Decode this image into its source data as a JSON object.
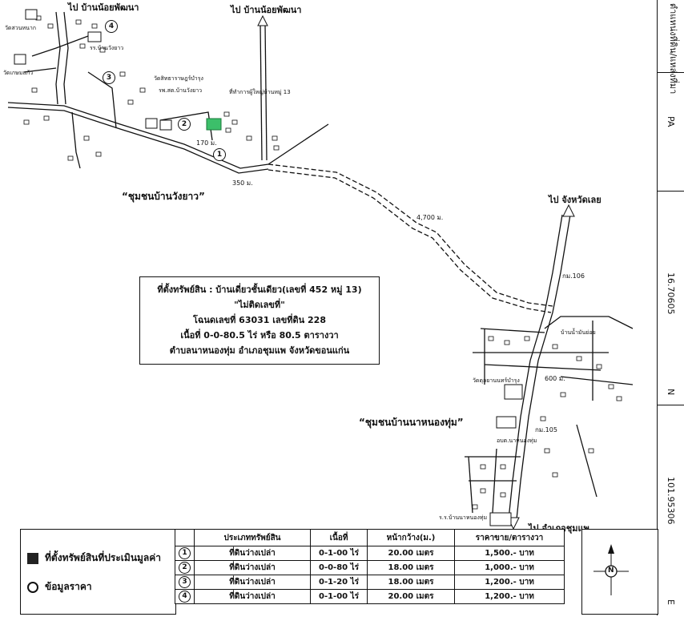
{
  "map": {
    "top_road_label": "ไป บ้านน้อยพัฒนา",
    "top_left_road_label": "ไป บ้านน้อยพัฒนา",
    "right_road_label": "ไป จังหวัดเลย",
    "bottom_road_label": "ไป อำเภอชุมแพ",
    "community_west": "“ชุมชนบ้านวังยาว”",
    "community_south": "“ชุมชนบ้านนาหนองทุ่ม”",
    "distance_350": "350 ม.",
    "distance_170": "170 ม.",
    "distance_4700": "4,700 ม.",
    "distance_600": "600 ม.",
    "km106": "กม.106",
    "km105": "กม.105",
    "places": {
      "wat_suan_nak": "วัดสวนหนาก",
      "school_wangyao": "รร.บ้านวังยาว",
      "wat_kaeo": "วัดเกษมแก้ว",
      "wat_sitha": "วัดสิทธาราษฎร์บำรุง",
      "hospital": "รพ.สต.บ้านวังยาว",
      "subject_label": "ที่ทำการผู้ใหญ่บ้านหมู่ 13",
      "wat_south": "วัดดุลยานนทร์บำรุง",
      "school_south": "ร.ร.บ้านนาหนองทุ่ม",
      "ban_nam": "บ้านน้ำมันย่อย",
      "office_south": "อบต.นาหนองทุ่ม"
    },
    "markers": [
      "1",
      "2",
      "3",
      "4"
    ]
  },
  "info": {
    "line1": "ที่ตั้งทรัพย์สิน : บ้านเดี่ยวชั้นเดียว(เลขที่ 452 หมู่ 13)",
    "line2": "\"ไม่ติดเลขที่\"",
    "line3": "โฉนดเลขที่  63031 เลขที่ดิน 228",
    "line4": "เนื้อที่ 0-0-80.5 ไร่ หรือ 80.5 ตารางวา",
    "line5": "ตำบลนาหนองทุ่ม  อำเภอชุมแพ จังหวัดขอนแก่น"
  },
  "side": {
    "title": "ตำแหน่งที่ดิน/แหล่งที่มา",
    "pa_label": "PA",
    "lat": "16.70605",
    "n_label": "N",
    "lon": "101.95306",
    "e_label": "E"
  },
  "legend": {
    "subject": "ที่ตั้งทรัพย์สินที่ประเมินมูลค่า",
    "comparable": "ข้อมูลราคา"
  },
  "table": {
    "headers": [
      "",
      "ประเภททรัพย์สิน",
      "เนื้อที่",
      "หน้ากว้าง(ม.)",
      "ราคาขาย/ตารางวา"
    ],
    "rows": [
      {
        "no": "1",
        "type": "ที่ดินว่างเปล่า",
        "area": "0-1-00 ไร่",
        "frontage": "20.00 เมตร",
        "price": "1,500.- บาท"
      },
      {
        "no": "2",
        "type": "ที่ดินว่างเปล่า",
        "area": "0-0-80 ไร่",
        "frontage": "18.00 เมตร",
        "price": "1,000.- บาท"
      },
      {
        "no": "3",
        "type": "ที่ดินว่างเปล่า",
        "area": "0-1-20 ไร่",
        "frontage": "18.00 เมตร",
        "price": "1,200.- บาท"
      },
      {
        "no": "4",
        "type": "ที่ดินว่างเปล่า",
        "area": "0-1-00 ไร่",
        "frontage": "20.00 เมตร",
        "price": "1,200.- บาท"
      }
    ]
  },
  "compass": {
    "letter": "N"
  },
  "colors": {
    "subject_fill": "#3cbf6a",
    "line": "#111111"
  }
}
